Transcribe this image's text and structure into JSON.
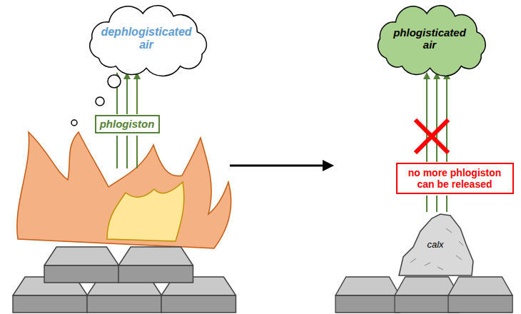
{
  "diagram": {
    "nodes": [
      {
        "text": [
          "dephlogisticated air"
        ]
      },
      {
        "text": [
          "phlogiston"
        ]
      },
      {
        "text": [
          "phlogisticated air"
        ]
      },
      {
        "text": [
          "no more phlogiston can be released"
        ]
      },
      {
        "text": [
          "calx"
        ]
      }
    ],
    "edges": [
      {
        "from": 1,
        "to": 0,
        "arrow": "to"
      },
      {
        "from": 4,
        "to": 3,
        "arrow": "none"
      },
      {
        "from": 3,
        "to": 2,
        "arrow": "to"
      }
    ]
  }
}
